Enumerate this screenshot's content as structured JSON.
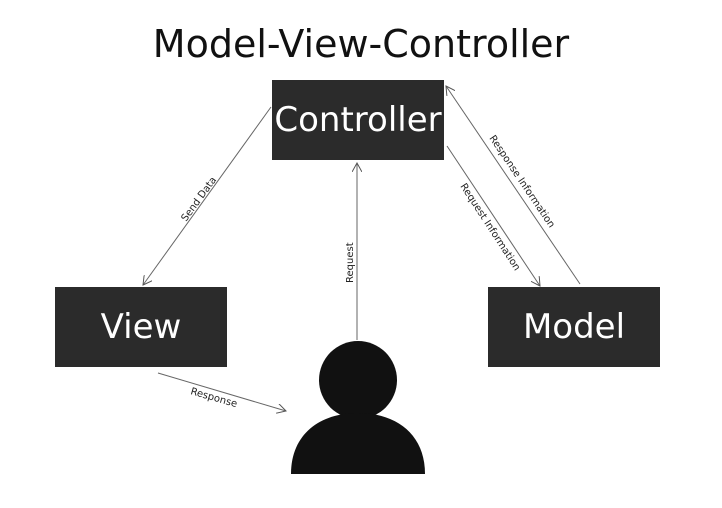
{
  "diagram": {
    "title": "Model-View-Controller",
    "nodes": {
      "controller": "Controller",
      "view": "View",
      "model": "Model"
    },
    "edges": {
      "send_data": "Send Data",
      "request": "Request",
      "request_information": "Request Information",
      "response_information": "Response Information",
      "response": "Response"
    },
    "user_icon": "user-icon"
  }
}
